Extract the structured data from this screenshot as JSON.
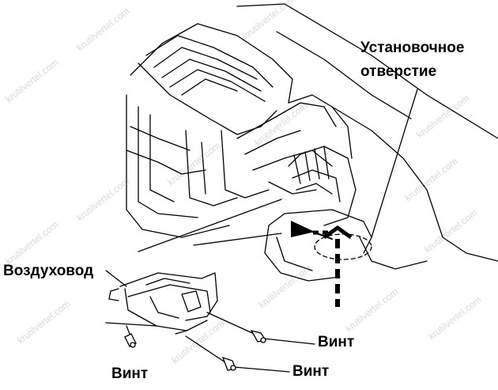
{
  "labels": {
    "mounting_hole_line1": "Установочное",
    "mounting_hole_line2": "отверстие",
    "air_duct": "Воздуховод",
    "screw_right_upper": "Винт",
    "screw_right_lower": "Винт",
    "screw_left": "Винт"
  },
  "watermark": "krutilvertel.com"
}
